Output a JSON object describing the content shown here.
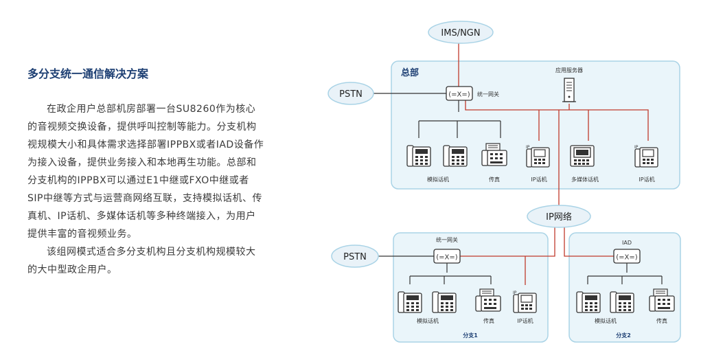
{
  "heading": "多分支统一通信解决方案",
  "paragraphs": [
    "在政企用户总部机房部署一台SU8260作为核心的音视频交换设备，提供呼叫控制等能力。分支机构视规模大小和具体需求选择部署IPPBX或者IAD设备作为接入设备，提供业务接入和本地再生功能。总部和分支机构的IPPBX可以通过E1中继或FXO中继或者SIP中继等方式与运营商网络互联，支持模拟话机、传真机、IP话机、多媒体话机等多种终端接入，为用户提供丰富的音视频业务。",
    "该组网模式适合多分支机构且分支机构规模较大的大中型政企用户。"
  ],
  "diagram": {
    "clouds": {
      "ims": "IMS/NGN",
      "pstn_hq": "PSTN",
      "ip": "IP网络",
      "pstn_branch": "PSTN"
    },
    "hq": {
      "label": "总部",
      "gateway": "统一网关",
      "server": "应用服务器",
      "devices": [
        "模拟话机",
        "传真",
        "IP话机",
        "多媒体话机",
        "IP话机"
      ]
    },
    "branch1": {
      "label": "分支1",
      "gateway": "统一网关",
      "devices": [
        "模拟话机",
        "传真",
        "IP话机"
      ]
    },
    "branch2": {
      "label": "分支2",
      "gateway": "IAD",
      "devices": [
        "模拟话机",
        "传真"
      ]
    },
    "colors": {
      "box_fill": "#eaf5fa",
      "box_stroke": "#a9d3e6",
      "link_red": "#c0392b",
      "link_dark": "#333333",
      "title_blue": "#1d3f73"
    }
  }
}
